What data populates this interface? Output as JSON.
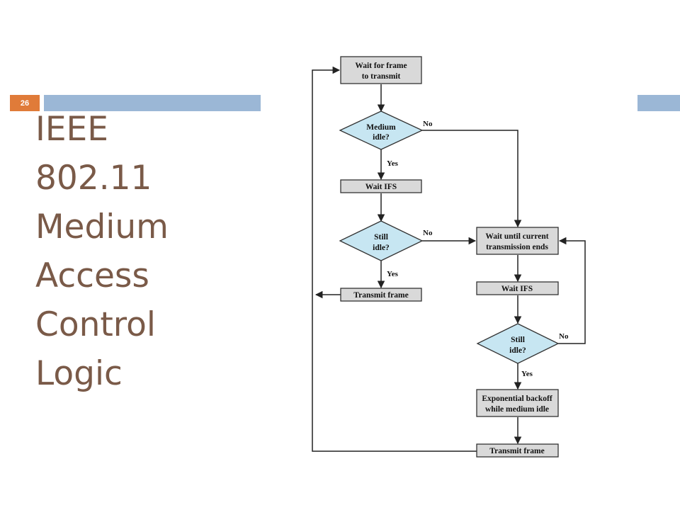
{
  "slide": {
    "number": "26",
    "title_lines": [
      "IEEE",
      "802.11",
      "Medium",
      "Access",
      "Control",
      "Logic"
    ],
    "accent_color": "#e07b39",
    "bar_color": "#9bb7d6",
    "title_color": "#7a5a48"
  },
  "flowchart": {
    "nodes": {
      "wait_frame": [
        "Wait for frame",
        "to transmit"
      ],
      "medium_idle": [
        "Medium",
        "idle?"
      ],
      "wait_ifs_1": [
        "Wait IFS"
      ],
      "still_idle_1": [
        "Still",
        "idle?"
      ],
      "transmit_1": [
        "Transmit frame"
      ],
      "wait_until": [
        "Wait until current",
        "transmission ends"
      ],
      "wait_ifs_2": [
        "Wait IFS"
      ],
      "still_idle_2": [
        "Still",
        "idle?"
      ],
      "backoff": [
        "Exponential backoff",
        "while medium idle"
      ],
      "transmit_2": [
        "Transmit frame"
      ]
    },
    "edge_labels": {
      "medium_idle_no": "No",
      "medium_idle_yes": "Yes",
      "still_idle_1_no": "No",
      "still_idle_1_yes": "Yes",
      "still_idle_2_no": "No",
      "still_idle_2_yes": "Yes"
    },
    "colors": {
      "box_fill": "#d9d9d9",
      "diamond_fill": "#c7e6f2"
    }
  }
}
